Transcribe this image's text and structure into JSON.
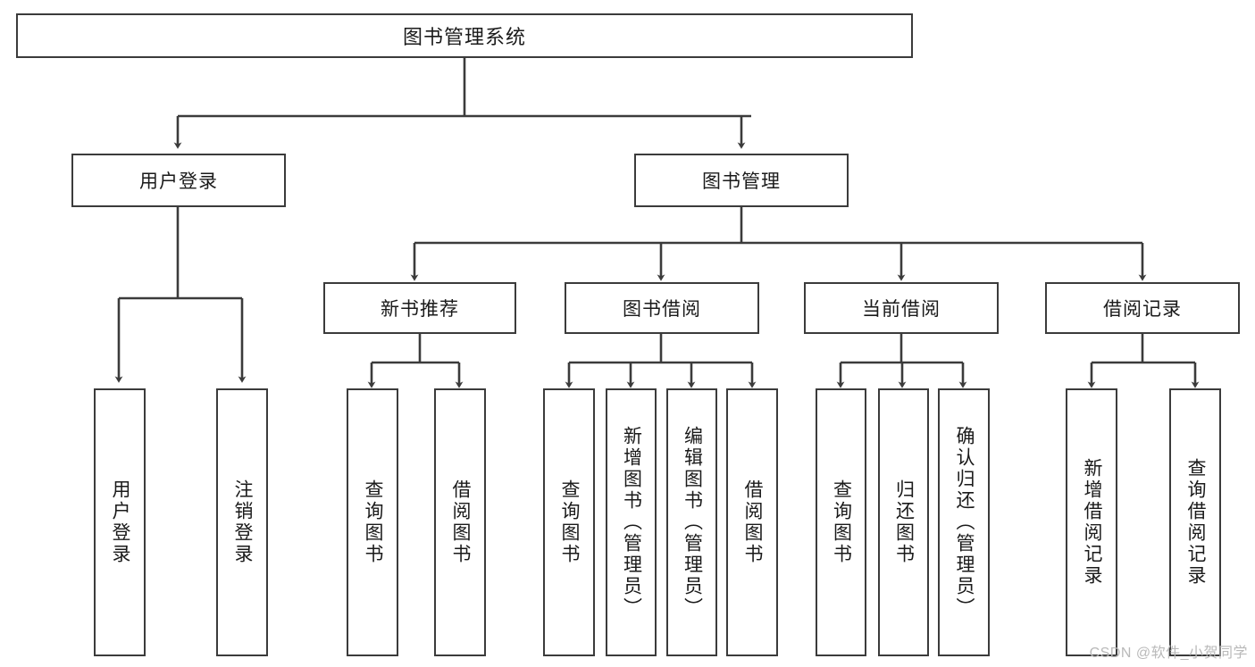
{
  "diagram": {
    "title": "图书管理系统",
    "type": "tree",
    "background_color": "#ffffff",
    "line_color": "#3b3b3b",
    "box_border_color": "#3b3b3b",
    "text_color": "#1a1a1a",
    "root": {
      "label": "图书管理系统"
    },
    "level2": [
      {
        "label": "用户登录"
      },
      {
        "label": "图书管理"
      }
    ],
    "level3": [
      {
        "label": "新书推荐"
      },
      {
        "label": "图书借阅"
      },
      {
        "label": "当前借阅"
      },
      {
        "label": "借阅记录"
      }
    ],
    "leaves": [
      {
        "label": "用户登录",
        "parent": "用户登录"
      },
      {
        "label": "注销登录",
        "parent": "用户登录"
      },
      {
        "label": "查询图书",
        "parent": "新书推荐"
      },
      {
        "label": "借阅图书",
        "parent": "新书推荐"
      },
      {
        "label": "查询图书",
        "parent": "图书借阅"
      },
      {
        "label": "新增图书（管理员）",
        "parent": "图书借阅"
      },
      {
        "label": "编辑图书（管理员）",
        "parent": "图书借阅"
      },
      {
        "label": "借阅图书",
        "parent": "图书借阅"
      },
      {
        "label": "查询图书",
        "parent": "当前借阅"
      },
      {
        "label": "归还图书",
        "parent": "当前借阅"
      },
      {
        "label": "确认归还（管理员）",
        "parent": "当前借阅"
      },
      {
        "label": "新增借阅记录",
        "parent": "借阅记录"
      },
      {
        "label": "查询借阅记录",
        "parent": "借阅记录"
      }
    ]
  },
  "watermark": {
    "text": "CSDN @软件_小贺同学",
    "color": "#b9b9b9"
  }
}
